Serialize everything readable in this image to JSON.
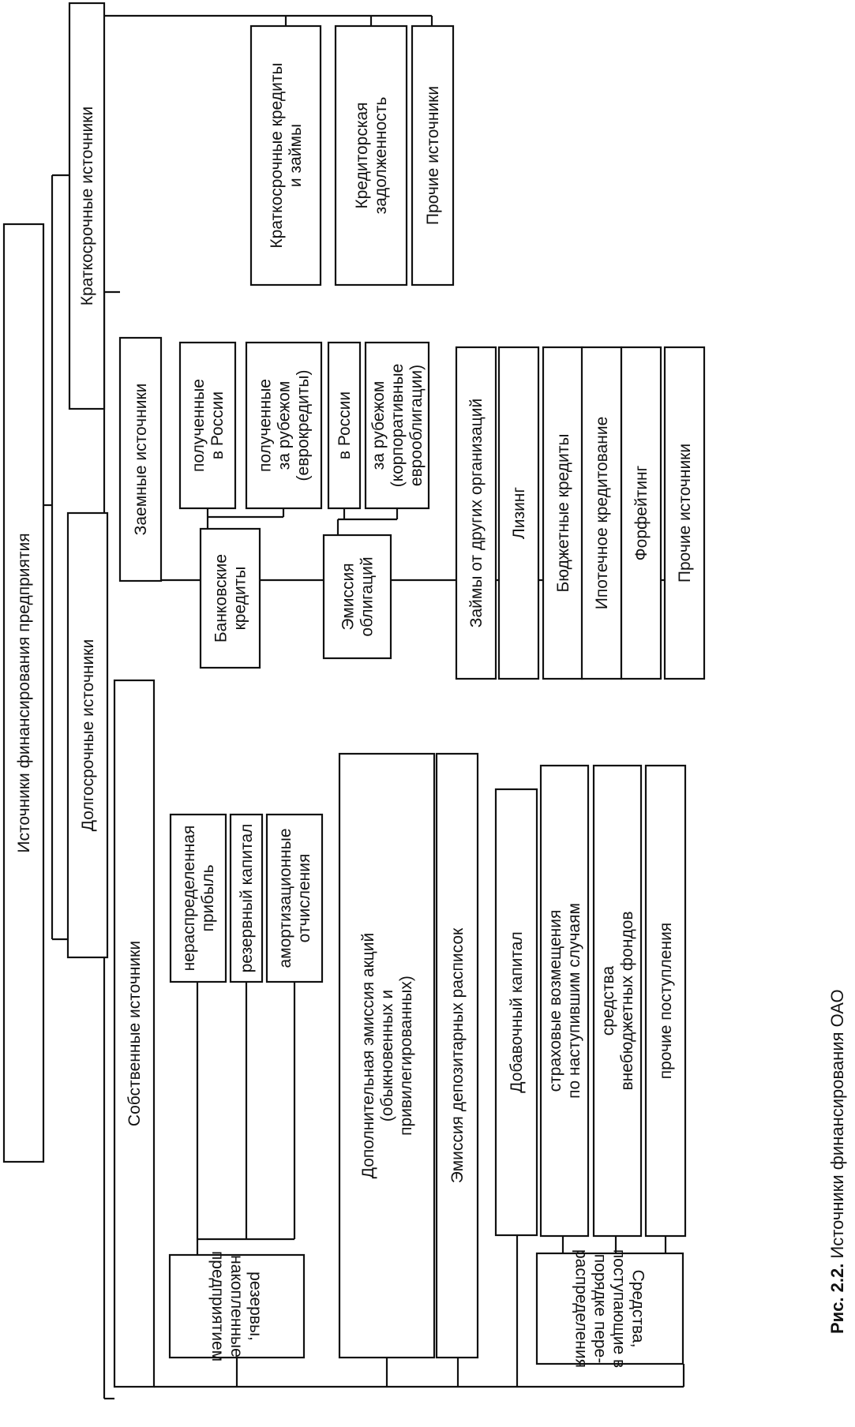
{
  "nodes": {
    "root": [
      "Источники финансирования предприятия"
    ],
    "short_term": [
      "Краткосрочные источники"
    ],
    "st_loans": [
      "Краткосрочные кредиты",
      "и займы"
    ],
    "st_payables": [
      "Кредиторская",
      "задолженность"
    ],
    "st_other": [
      "Прочие источники"
    ],
    "long_term": [
      "Долгосрочные источники"
    ],
    "own": [
      "Собственные источники"
    ],
    "borrowed": [
      "Заемные источники"
    ],
    "reserves": [
      "резервы,",
      "накопленные",
      "предприятием"
    ],
    "retained": [
      "нераспределенная",
      "прибыль"
    ],
    "reserve_capital": [
      "резервный капитал"
    ],
    "depreciation": [
      "амортизационные",
      "отчисления"
    ],
    "add_share": [
      "Дополнительная эмиссия акций",
      "(обыкновенных и",
      "привилегированных)"
    ],
    "depositary": [
      "Эмиссия депозитарных расписок"
    ],
    "additional_capital": [
      "Добавочный капитал"
    ],
    "redistribution": [
      "Средства,",
      "поступающие в",
      "порядке пере-",
      "распределения"
    ],
    "insurance": [
      "страховые возмещения",
      "по наступившим случаям"
    ],
    "funds": [
      "средства",
      "внебюджетных фондов"
    ],
    "other_receipts": [
      "прочие поступления"
    ],
    "bank_credits": [
      "Банковские",
      "кредиты"
    ],
    "in_russia": [
      "полученные",
      "в России"
    ],
    "abroad": [
      "полученные",
      "за рубежом",
      "(еврокредиты)"
    ],
    "bonds": [
      "Эмиссия",
      "облигаций"
    ],
    "bonds_russia": [
      "в России"
    ],
    "bonds_abroad": [
      "за рубежом",
      "(корпоративные",
      "еврооблигации)"
    ],
    "loans_orgs": [
      "Займы от других организаций"
    ],
    "leasing": [
      "Лизинг"
    ],
    "budget": [
      "Бюджетные кредиты"
    ],
    "mortgage": [
      "Ипотечное кредитование"
    ],
    "forfaiting": [
      "Форфейтинг"
    ],
    "borrowed_other": [
      "Прочие источники"
    ]
  },
  "caption": {
    "label": "Рис. 2.2.",
    "text": "Источники финансирования ОАО"
  }
}
